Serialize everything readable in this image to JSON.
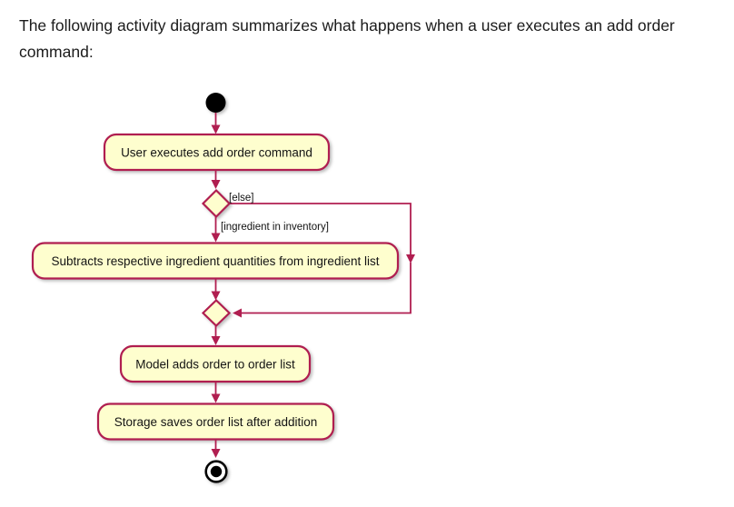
{
  "page": {
    "intro_text": "The following activity diagram summarizes what happens when a user executes an add order command:"
  },
  "diagram": {
    "type": "plantuml-activity-diagram",
    "colors": {
      "node_fill": "#FEFECE",
      "line_and_border": "#B01E50",
      "terminal_nodes": "#000000",
      "text": "#141414"
    },
    "activities": [
      {
        "label": "User executes add order command"
      },
      {
        "label": "Subtracts respective ingredient quantities from ingredient list"
      },
      {
        "label": "Model adds order to order list"
      },
      {
        "label": "Storage saves order list after addition"
      }
    ],
    "decision": {
      "else_label": "[else]",
      "then_label": "[ingredient in inventory]"
    }
  }
}
